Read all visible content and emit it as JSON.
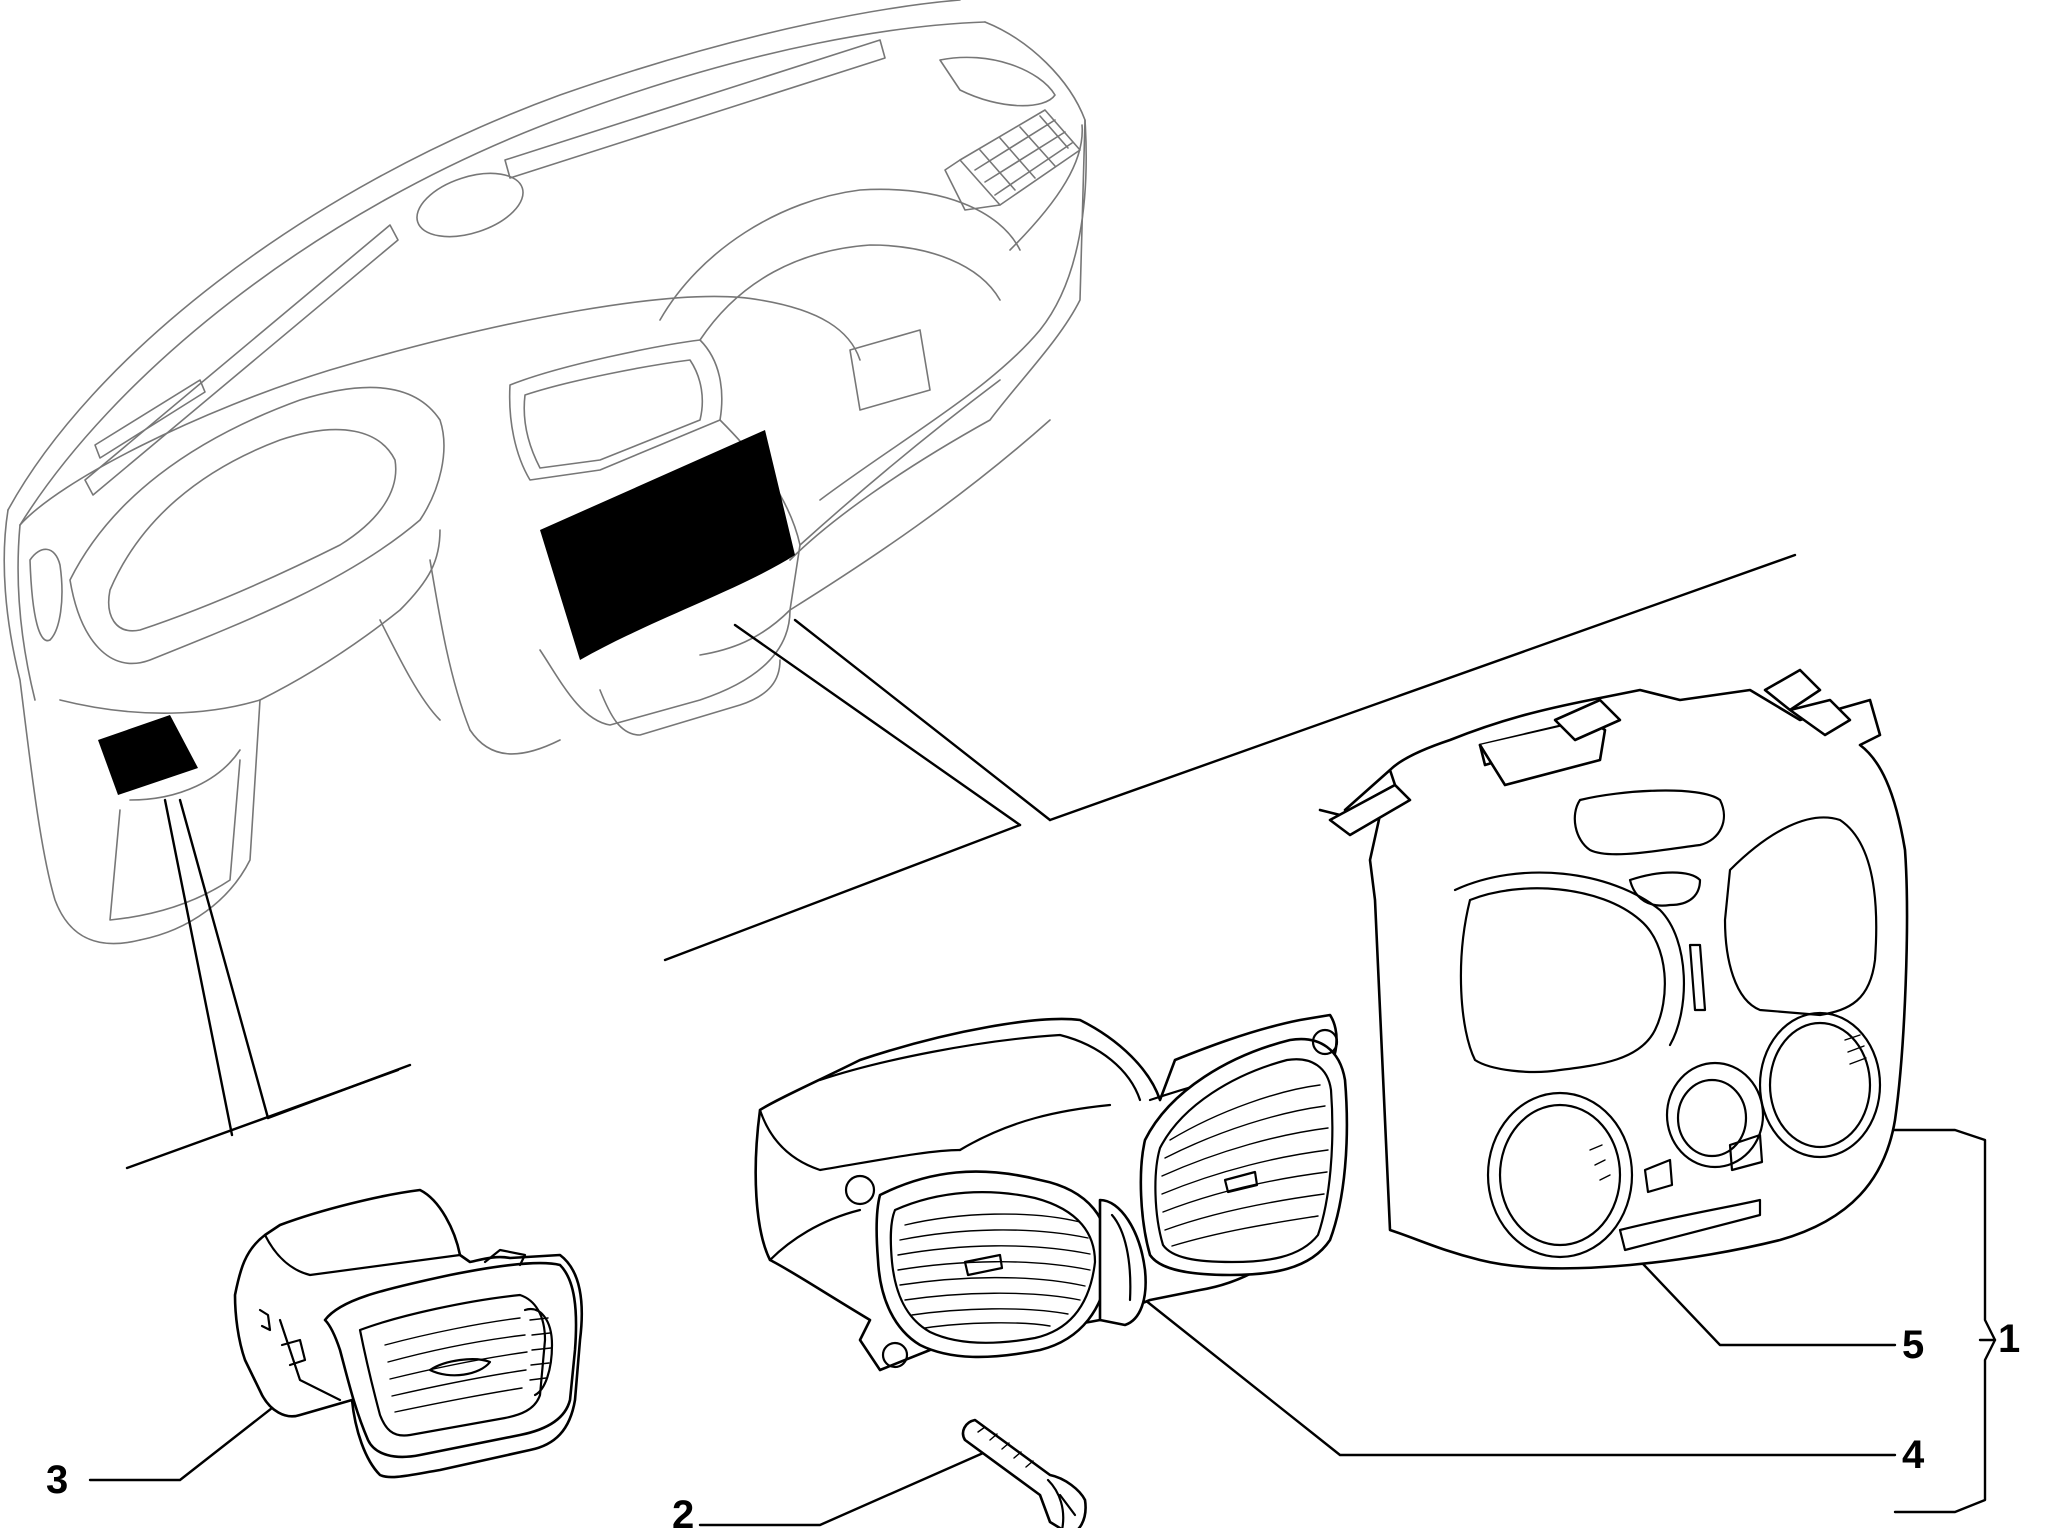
{
  "colors": {
    "ink": "#000000",
    "dashboard_line": "#777777",
    "highlight": "#000000",
    "background": "#ffffff"
  },
  "callouts": [
    {
      "id": "1",
      "label": "1"
    },
    {
      "id": "2",
      "label": "2"
    },
    {
      "id": "3",
      "label": "3"
    },
    {
      "id": "4",
      "label": "4"
    },
    {
      "id": "5",
      "label": "5"
    }
  ]
}
